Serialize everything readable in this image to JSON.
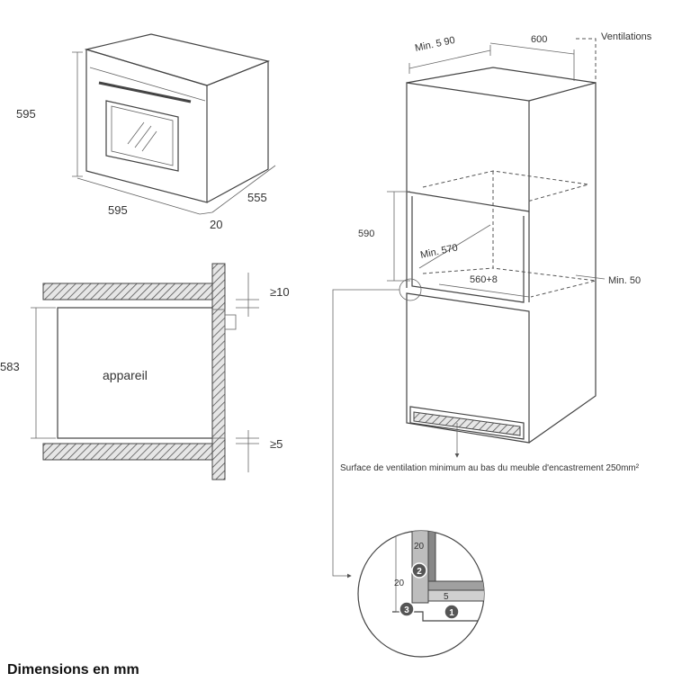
{
  "oven_view": {
    "height": "595",
    "width": "595",
    "depth": "555",
    "door": "20"
  },
  "side_section": {
    "device_label": "appareil",
    "appliance_height": "583",
    "top_gap": "≥10",
    "bottom_gap": "≥5"
  },
  "cabinet": {
    "min_width": "Min. 5 90",
    "depth": "600",
    "ventilation": "Ventilations",
    "niche_height": "590",
    "min_depth": "Min. 570",
    "niche_width": "560+8",
    "min_gap": "Min. 50",
    "ventilation_note": "Surface de ventilation minimum au bas du meuble d'encastrement 250mm²"
  },
  "detail": {
    "dim_top": "20",
    "dim_left": "20",
    "dim_bottom": "5",
    "badges": [
      "2",
      "3",
      "1"
    ]
  },
  "footer": {
    "caption": "Dimensions en mm"
  },
  "colors": {
    "line": "#444444",
    "hatch": "#555555",
    "badge": "#555555"
  }
}
